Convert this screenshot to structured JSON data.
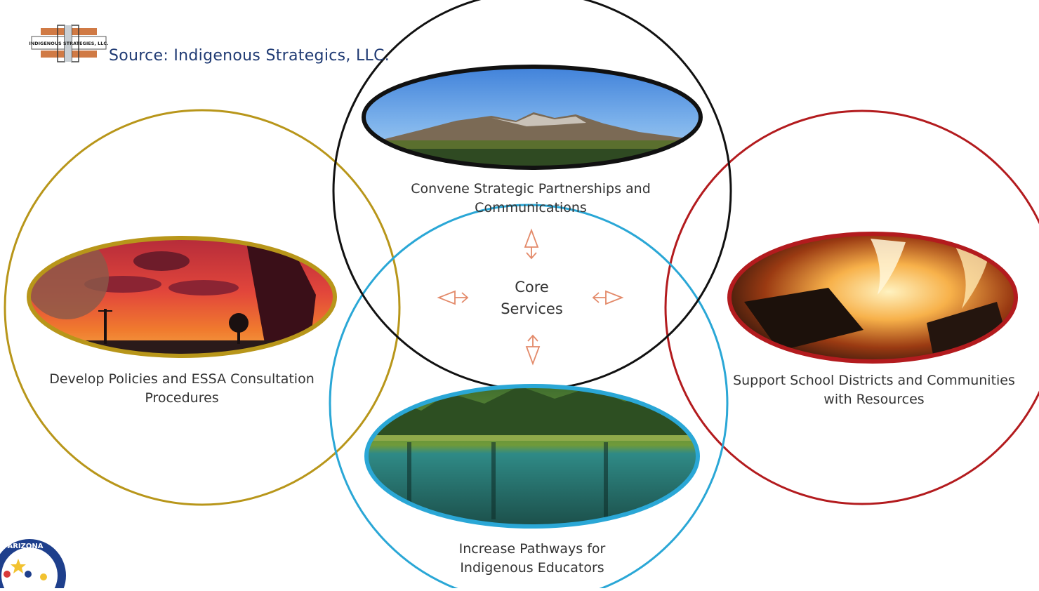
{
  "source_text": "Source: Indigenous Strategics, LLC.",
  "logo_text": "INDIGENOUS STRATEGIES, LLC.",
  "badge_text": "ARIZONA",
  "center": {
    "line1": "Core",
    "line2": "Services"
  },
  "circles": {
    "top": {
      "line1": "Convene Strategic Partnerships and",
      "line2": "Communications",
      "color": "#111111"
    },
    "left": {
      "line1": "Develop Policies and ESSA Consultation",
      "line2": "Procedures",
      "color": "#b8961a"
    },
    "right": {
      "line1": "Support School Districts and Communities",
      "line2": "with Resources",
      "color": "#b31b1e"
    },
    "bottom": {
      "line1": "Increase Pathways for",
      "line2": "Indigenous Educators",
      "color": "#2aa7d6"
    }
  },
  "arrow_color": "#e38a6a"
}
